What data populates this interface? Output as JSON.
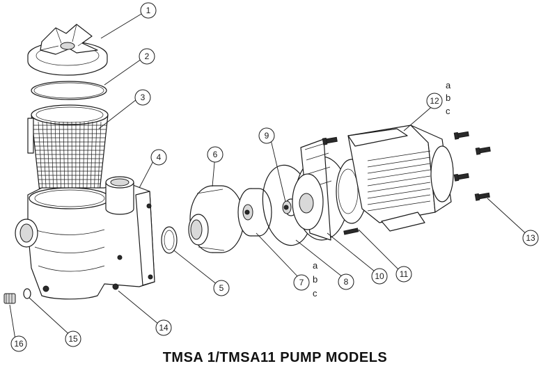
{
  "caption": "TMSA 1/TMSA11 PUMP MODELS",
  "callouts": [
    {
      "id": "1",
      "label": "1"
    },
    {
      "id": "2",
      "label": "2"
    },
    {
      "id": "3",
      "label": "3"
    },
    {
      "id": "4",
      "label": "4"
    },
    {
      "id": "5",
      "label": "5"
    },
    {
      "id": "6",
      "label": "6"
    },
    {
      "id": "7",
      "label": "7"
    },
    {
      "id": "8",
      "label": "8"
    },
    {
      "id": "9",
      "label": "9"
    },
    {
      "id": "10",
      "label": "10"
    },
    {
      "id": "11",
      "label": "11"
    },
    {
      "id": "12",
      "label": "12"
    },
    {
      "id": "13",
      "label": "13"
    },
    {
      "id": "14",
      "label": "14"
    },
    {
      "id": "15",
      "label": "15"
    },
    {
      "id": "16",
      "label": "16"
    }
  ],
  "variants_12": [
    "a",
    "b",
    "c"
  ],
  "variants_7": [
    "a",
    "b",
    "c"
  ]
}
